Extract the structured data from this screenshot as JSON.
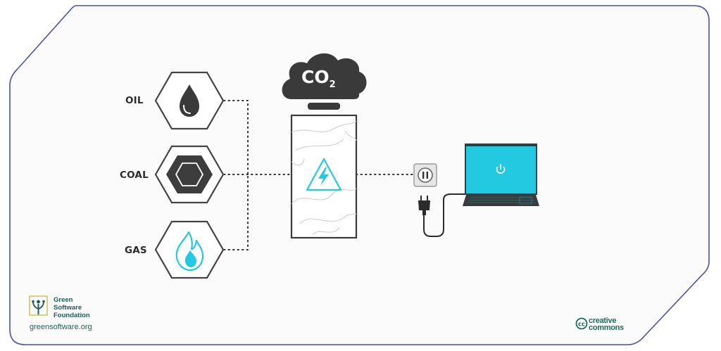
{
  "colors": {
    "frame_border": "#4a4fb3",
    "background": "#fbfbfb",
    "ink": "#3a3a3a",
    "accent_cyan": "#22c9e0",
    "logo_green": "#1f5d54"
  },
  "sources": [
    {
      "label": "OIL",
      "icon": "oil-drop-icon"
    },
    {
      "label": "COAL",
      "icon": "coal-hexagon-icon"
    },
    {
      "label": "GAS",
      "icon": "gas-flame-icon"
    }
  ],
  "emission": {
    "formula_main": "CO",
    "formula_sub": "2"
  },
  "logo": {
    "line1": "Green",
    "line2": "Software",
    "line3": "Foundation",
    "url": "greensoftware.org"
  },
  "license": {
    "badge": "cc",
    "line1": "creative",
    "line2": "commons"
  }
}
